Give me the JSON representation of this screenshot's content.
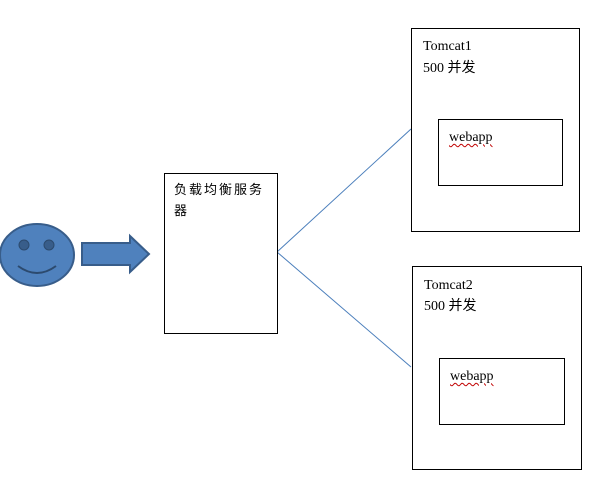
{
  "load_balancer": {
    "label": "负载均衡服务器"
  },
  "servers": [
    {
      "name": "Tomcat1",
      "concurrency": "500 并发",
      "app": "webapp"
    },
    {
      "name": "Tomcat2",
      "concurrency": "500 并发",
      "app": "webapp"
    }
  ],
  "colors": {
    "shape_fill": "#4f81bd",
    "shape_stroke": "#385d8a",
    "connector": "#4a7ebb",
    "spellcheck_underline": "#c00000"
  },
  "icons": {
    "user": "smiley-face-icon",
    "arrow": "right-arrow-icon"
  }
}
